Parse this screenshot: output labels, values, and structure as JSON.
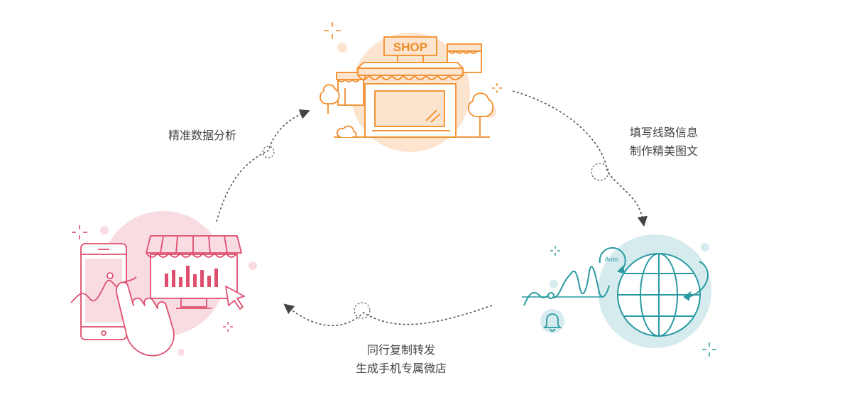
{
  "steps": {
    "shop": {
      "sign": "SHOP"
    },
    "publish": {
      "line1": "填写线路信息",
      "line2": "制作精美图文"
    },
    "distribute": {
      "line1": "同行复制转发",
      "line2": "生成手机专属微店"
    },
    "analyze": {
      "line1": "精准数据分析"
    },
    "globe": {
      "badge": "Auto"
    }
  },
  "colors": {
    "orange": "#F28C28",
    "orange_bg": "#FDE4CF",
    "teal": "#2A9AA2",
    "teal_bg": "#D5EBEE",
    "pink": "#DE4F6E",
    "pink_bg": "#F9DCE2",
    "arrow": "#555555"
  }
}
